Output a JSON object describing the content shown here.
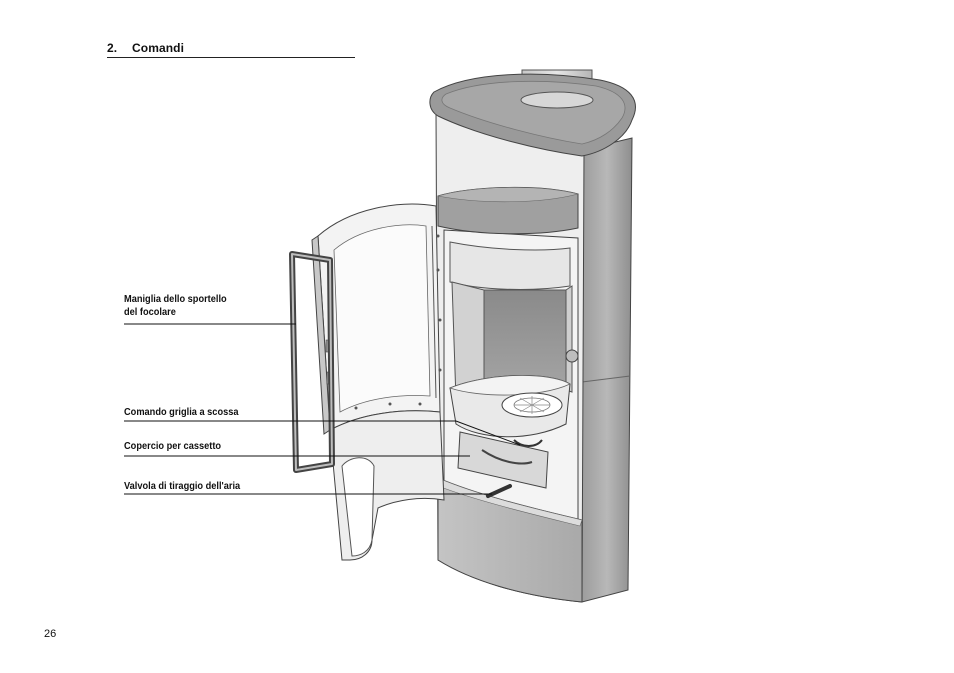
{
  "heading": {
    "number": "2.",
    "title": "Comandi"
  },
  "labels": {
    "door_handle_line1": "Maniglia dello sportello",
    "door_handle_line2": "del focolare",
    "shaking_grate": "Comando griglia a scossa",
    "ash_drawer_cover": "Copercio per cassetto",
    "air_valve": "Valvola di tiraggio dell'aria"
  },
  "page_number": "26"
}
